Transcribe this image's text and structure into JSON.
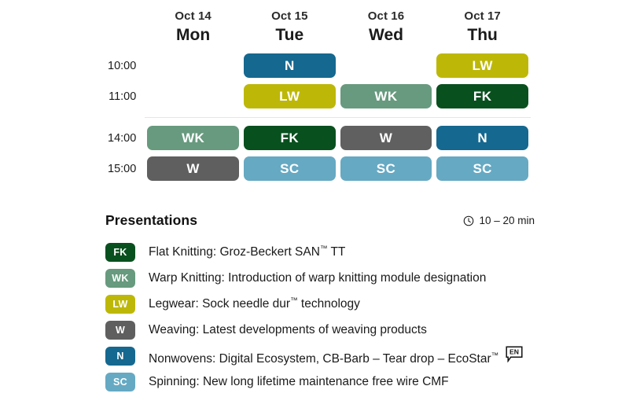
{
  "schedule": {
    "time_column_header": "",
    "days": [
      {
        "date": "Oct 14",
        "weekday": "Mon"
      },
      {
        "date": "Oct 15",
        "weekday": "Tue"
      },
      {
        "date": "Oct 16",
        "weekday": "Wed"
      },
      {
        "date": "Oct 17",
        "weekday": "Thu"
      }
    ],
    "rows": [
      {
        "time": "10:00",
        "slots": [
          {
            "code": "",
            "color": ""
          },
          {
            "code": "N",
            "color": "#15688f"
          },
          {
            "code": "",
            "color": ""
          },
          {
            "code": "LW",
            "color": "#bdb808"
          }
        ]
      },
      {
        "time": "11:00",
        "slots": [
          {
            "code": "",
            "color": ""
          },
          {
            "code": "LW",
            "color": "#bdb808"
          },
          {
            "code": "WK",
            "color": "#679a7e"
          },
          {
            "code": "FK",
            "color": "#09501f"
          }
        ]
      },
      {
        "time": "14:00",
        "slots": [
          {
            "code": "WK",
            "color": "#679a7e"
          },
          {
            "code": "FK",
            "color": "#09501f"
          },
          {
            "code": "W",
            "color": "#606060"
          },
          {
            "code": "N",
            "color": "#15688f"
          }
        ]
      },
      {
        "time": "15:00",
        "slots": [
          {
            "code": "W",
            "color": "#5f5f5f"
          },
          {
            "code": "SC",
            "color": "#66a9c3"
          },
          {
            "code": "SC",
            "color": "#66a9c3"
          },
          {
            "code": "SC",
            "color": "#66a9c3"
          }
        ]
      }
    ]
  },
  "legend": {
    "title": "Presentations",
    "duration": "10 – 20 min",
    "duration_icon": "clock-icon",
    "items": [
      {
        "code": "FK",
        "color": "#09501f",
        "text": "Flat Knitting: Groz-Beckert SAN",
        "tm": "TM",
        "text_after": " TT",
        "lang": ""
      },
      {
        "code": "WK",
        "color": "#679a7e",
        "text": "Warp Knitting: Introduction of warp knitting module designation",
        "tm": "",
        "text_after": "",
        "lang": ""
      },
      {
        "code": "LW",
        "color": "#bdb808",
        "text": "Legwear: Sock needle dur",
        "tm": "TM",
        "text_after": " technology",
        "lang": ""
      },
      {
        "code": "W",
        "color": "#5f5f5f",
        "text": "Weaving: Latest developments of weaving products",
        "tm": "",
        "text_after": "",
        "lang": ""
      },
      {
        "code": "N",
        "color": "#15688f",
        "text": "Nonwovens: Digital Ecosystem, CB-Barb – Tear drop – EcoStar",
        "tm": "TM",
        "text_after": "",
        "lang": "EN"
      },
      {
        "code": "SC",
        "color": "#66a9c3",
        "text": "Spinning: New long lifetime maintenance free wire CMF",
        "tm": "",
        "text_after": "",
        "lang": ""
      }
    ]
  }
}
